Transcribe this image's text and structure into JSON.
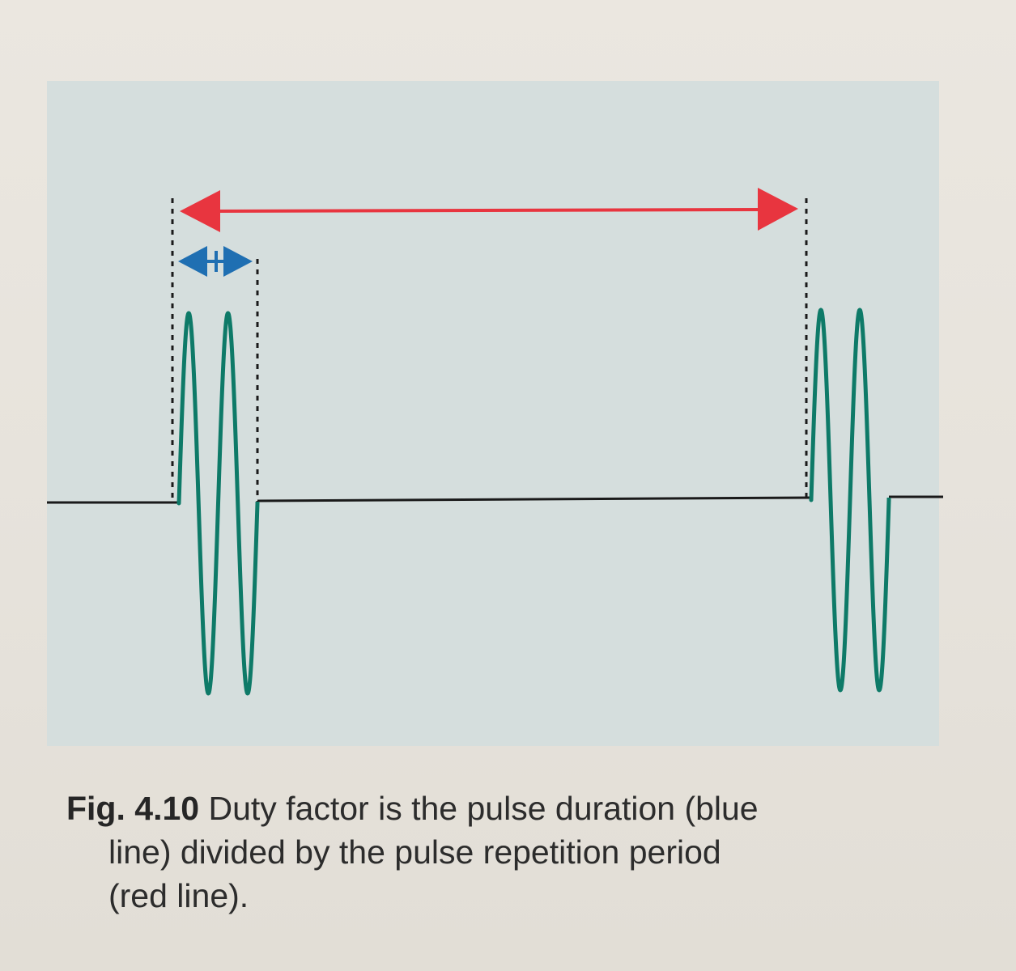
{
  "figure": {
    "label": "Fig. 4.10",
    "caption_line1": "Duty factor is the pulse duration (blue",
    "caption_line2": "line) divided by the pulse repetition period",
    "caption_line3": "(red line)."
  },
  "diagram": {
    "pulse_duration_color": "#1f6fb2",
    "repetition_period_color": "#e8353f",
    "waveform_color": "#0e7a68",
    "baseline_color": "#1a1a1a",
    "marker_color": "#1a1a1a",
    "cycles_per_pulse": 2,
    "pulse_count": 2
  }
}
